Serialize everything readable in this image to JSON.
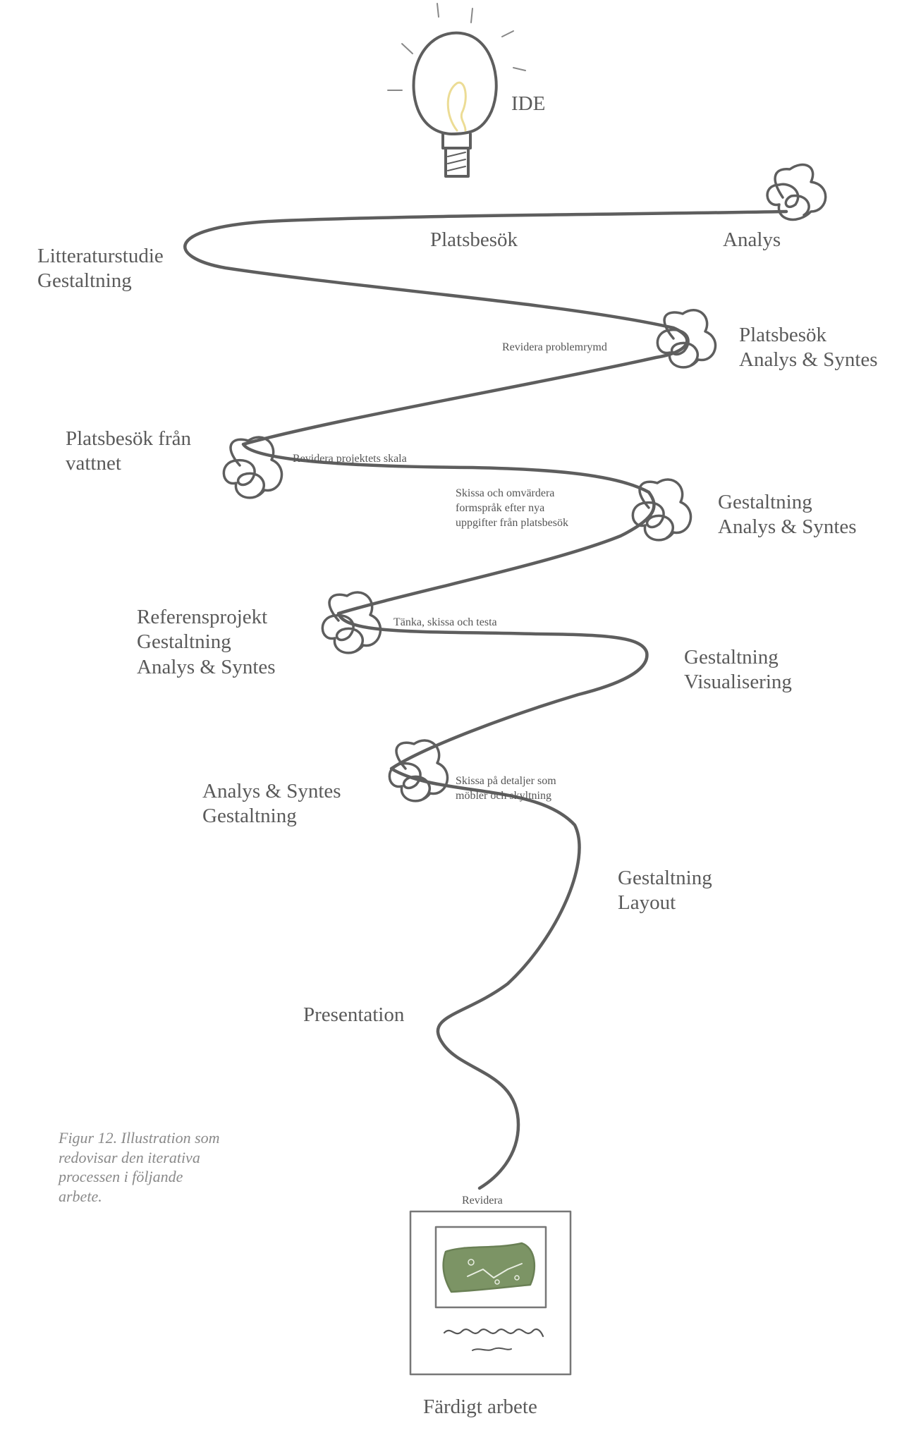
{
  "labels": {
    "ide": "IDE",
    "litteraturstudie_1": "Litteraturstudie",
    "litteraturstudie_2": "Gestaltning",
    "platsbesok_1": "Platsbesök",
    "analys_1": "Analys",
    "platsbesok_analys_1": "Platsbesök",
    "platsbesok_analys_2": "Analys & Syntes",
    "revidera_problemrymd": "Revidera problemrymd",
    "vattnet_1": "Platsbesök från",
    "vattnet_2": "vattnet",
    "revidera_skala": "Revidera projektets skala",
    "skissa_omvardera_1": "Skissa och omvärdera",
    "skissa_omvardera_2": "formspråk efter nya",
    "skissa_omvardera_3": "uppgifter från platsbesök",
    "gestaltning_analys_1": "Gestaltning",
    "gestaltning_analys_2": "Analys & Syntes",
    "referens_1": "Referensprojekt",
    "referens_2": "Gestaltning",
    "referens_3": "Analys & Syntes",
    "tanka_skissa": "Tänka, skissa och testa",
    "gestaltning_vis_1": "Gestaltning",
    "gestaltning_vis_2": "Visualisering",
    "analys_syntes_1": "Analys & Syntes",
    "analys_syntes_2": "Gestaltning",
    "skissa_detaljer_1": "Skissa på detaljer som",
    "skissa_detaljer_2": "möbler och skyltning",
    "gestaltning_layout_1": "Gestaltning",
    "gestaltning_layout_2": "Layout",
    "presentation": "Presentation",
    "revidera": "Revidera",
    "fardigt_arbete": "Färdigt arbete"
  },
  "caption": {
    "line1": "Figur 12. Illustration som",
    "line2": "redovisar den iterativa",
    "line3": "processen i följande",
    "line4": "arbete."
  },
  "colors": {
    "line": "#5e5e5e",
    "text": "#5a5a5a",
    "bulb_filament": "#ecdc95",
    "map_green": "#7c9465"
  }
}
